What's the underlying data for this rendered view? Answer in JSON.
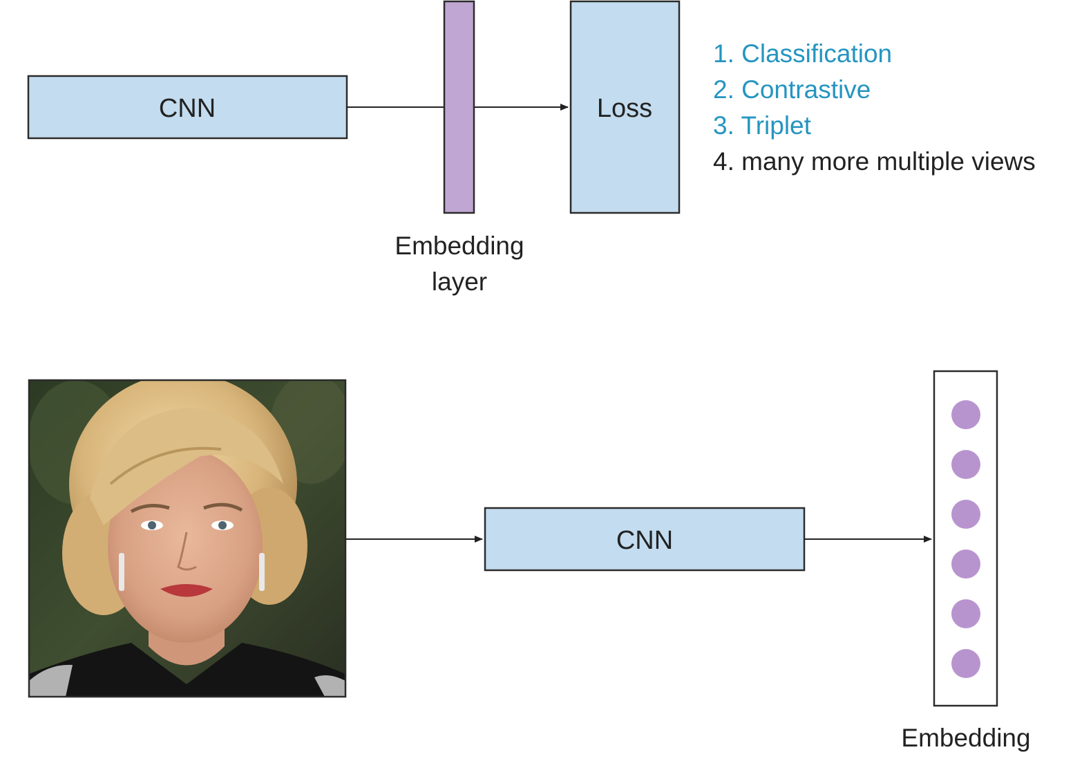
{
  "colors": {
    "box_fill": "#c3dcef",
    "box_stroke": "#2b2b2b",
    "embedding_fill": "#c0a6d3",
    "dot_fill": "#b894cf",
    "accent_text": "#2595c0",
    "text": "#222222",
    "line": "#222222"
  },
  "top": {
    "cnn_label": "CNN",
    "loss_label": "Loss",
    "embedding_caption_line1": "Embedding",
    "embedding_caption_line2": "layer",
    "loss_options": [
      {
        "text": "1. Classification",
        "highlight": true
      },
      {
        "text": "2. Contrastive",
        "highlight": true
      },
      {
        "text": "3. Triplet",
        "highlight": true
      },
      {
        "text": "4. many more multiple views",
        "highlight": false
      }
    ]
  },
  "bottom": {
    "photo": "face-photo",
    "cnn_label": "CNN",
    "embedding_dot_count": 6,
    "embedding_caption": "Embedding"
  }
}
